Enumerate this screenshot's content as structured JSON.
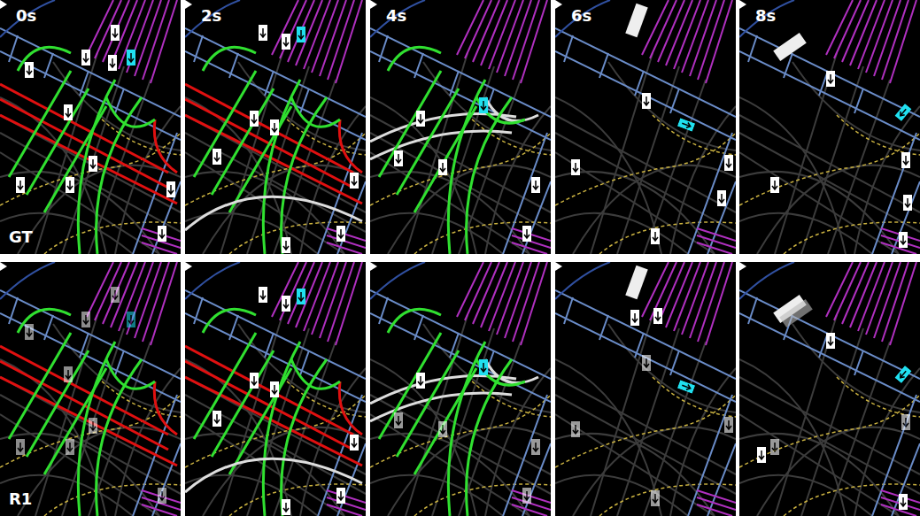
{
  "diagram": {
    "labels": [
      "0s",
      "2s",
      "4s",
      "6s",
      "8s",
      "GT",
      "R1"
    ]
  }
}
